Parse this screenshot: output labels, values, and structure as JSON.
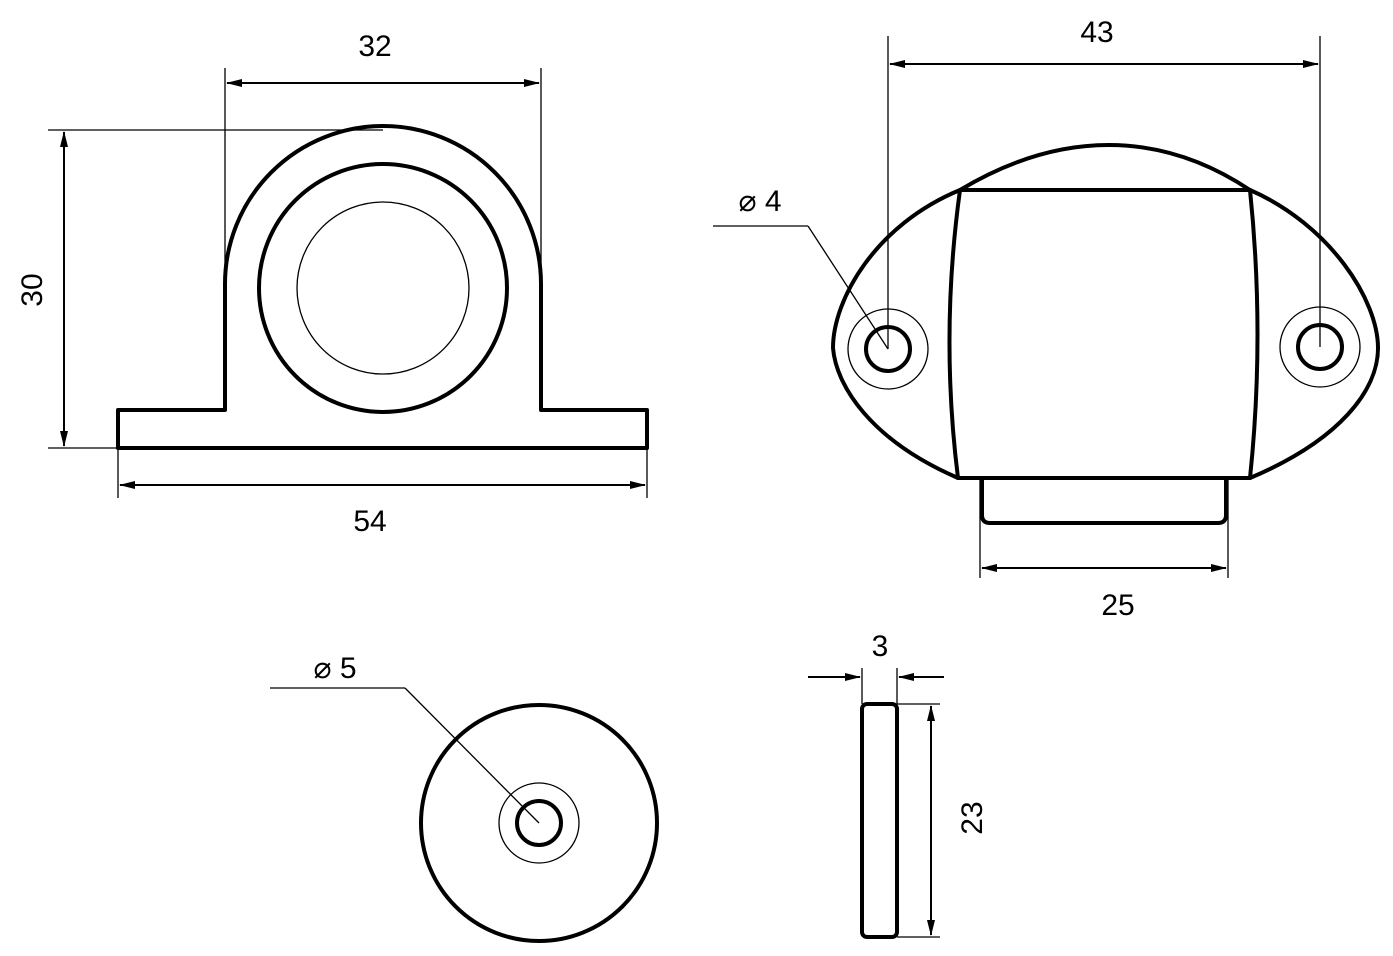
{
  "dimensions": {
    "view1": {
      "width_top": "32",
      "height": "30",
      "base_width": "54"
    },
    "view2": {
      "overall_width": "43",
      "hole_diameter": "⌀ 4",
      "tab_width": "25"
    },
    "view3": {
      "hole_diameter": "⌀ 5"
    },
    "view4": {
      "thickness": "3",
      "height": "23"
    }
  }
}
